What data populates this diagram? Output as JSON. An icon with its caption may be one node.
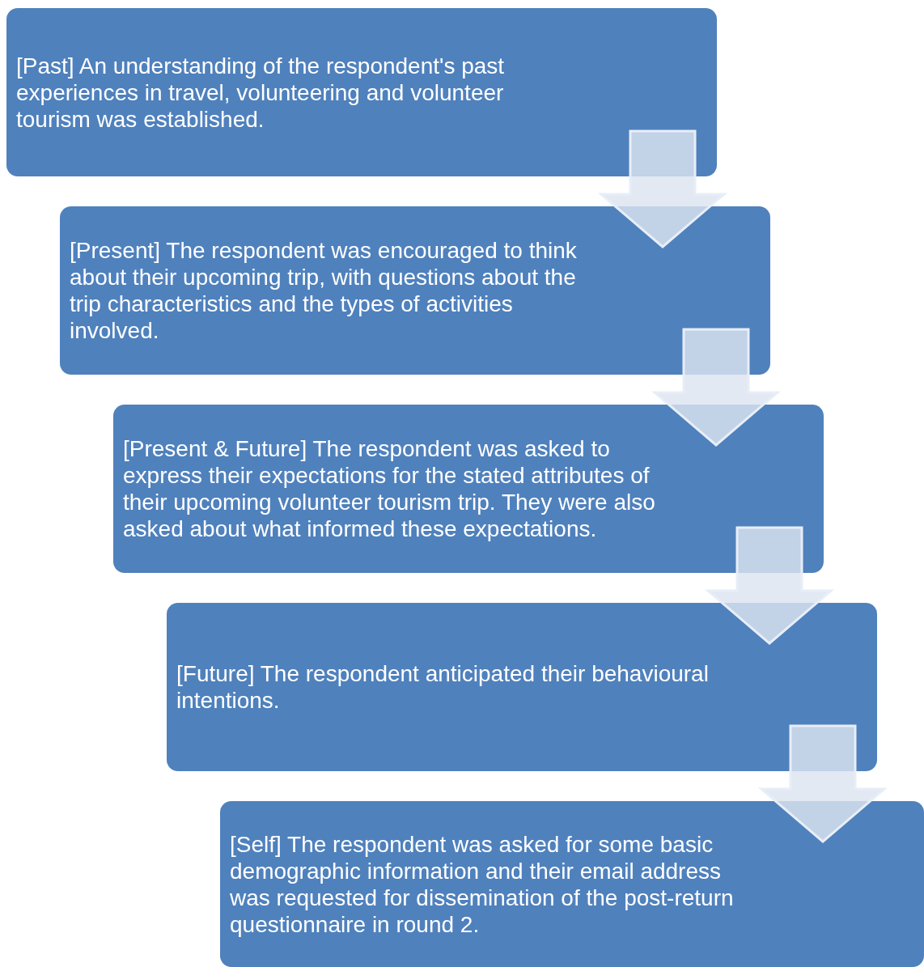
{
  "diagram": {
    "nodes": [
      {
        "text": [
          "[Past] An understanding of the respondent's past experiences in travel, volunteering and volunteer tourism was established."
        ]
      },
      {
        "text": [
          "[Present] The respondent was encouraged to think about their upcoming trip, with questions about the trip characteristics and the types of activities involved."
        ]
      },
      {
        "text": [
          "[Present & Future] The respondent was asked to express their expectations for the stated attributes of their upcoming volunteer tourism trip. They were also asked about what informed these expectations."
        ]
      },
      {
        "text": [
          "[Future] The respondent anticipated their behavioural intentions."
        ]
      },
      {
        "text": [
          "[Self] The respondent was asked for some basic demographic information and their email address was requested for dissemination of the post-return questionnaire in round 2."
        ]
      }
    ],
    "edges": [
      {
        "from": 0,
        "to": 1,
        "arrow": "to"
      },
      {
        "from": 1,
        "to": 2,
        "arrow": "to"
      },
      {
        "from": 2,
        "to": 3,
        "arrow": "to"
      },
      {
        "from": 3,
        "to": 4,
        "arrow": "to"
      }
    ]
  }
}
